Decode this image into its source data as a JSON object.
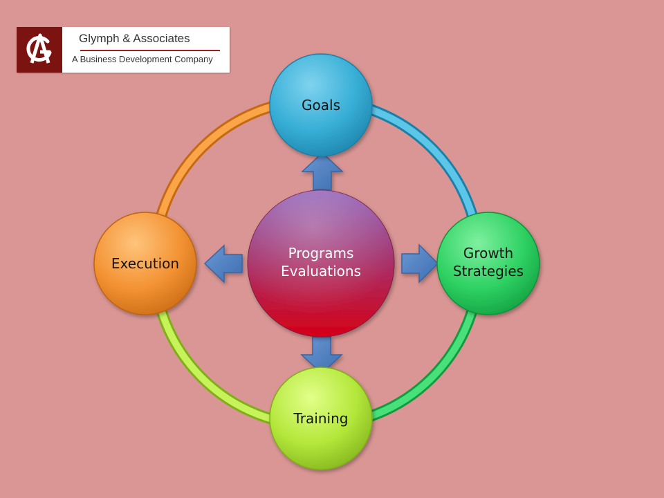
{
  "logo": {
    "name": "Glymph & Associates",
    "tagline": "A Business Development Company",
    "mark_color": "#7b1410",
    "rule_color": "#a11e1c"
  },
  "diagram": {
    "center": {
      "line1": "Programs",
      "line2": "Evaluations",
      "color_top": "#8e5fb8",
      "color_bottom": "#d40016"
    },
    "nodes": {
      "goals": {
        "label": "Goals",
        "color": "#39afd6"
      },
      "growth": {
        "line1": "Growth",
        "line2": "Strategies",
        "color": "#2ed162"
      },
      "training": {
        "label": "Training",
        "color": "#b4e83a"
      },
      "execution": {
        "label": "Execution",
        "color": "#f39233"
      }
    },
    "arrow_color": "#4f81bd",
    "background": "#d99694"
  }
}
